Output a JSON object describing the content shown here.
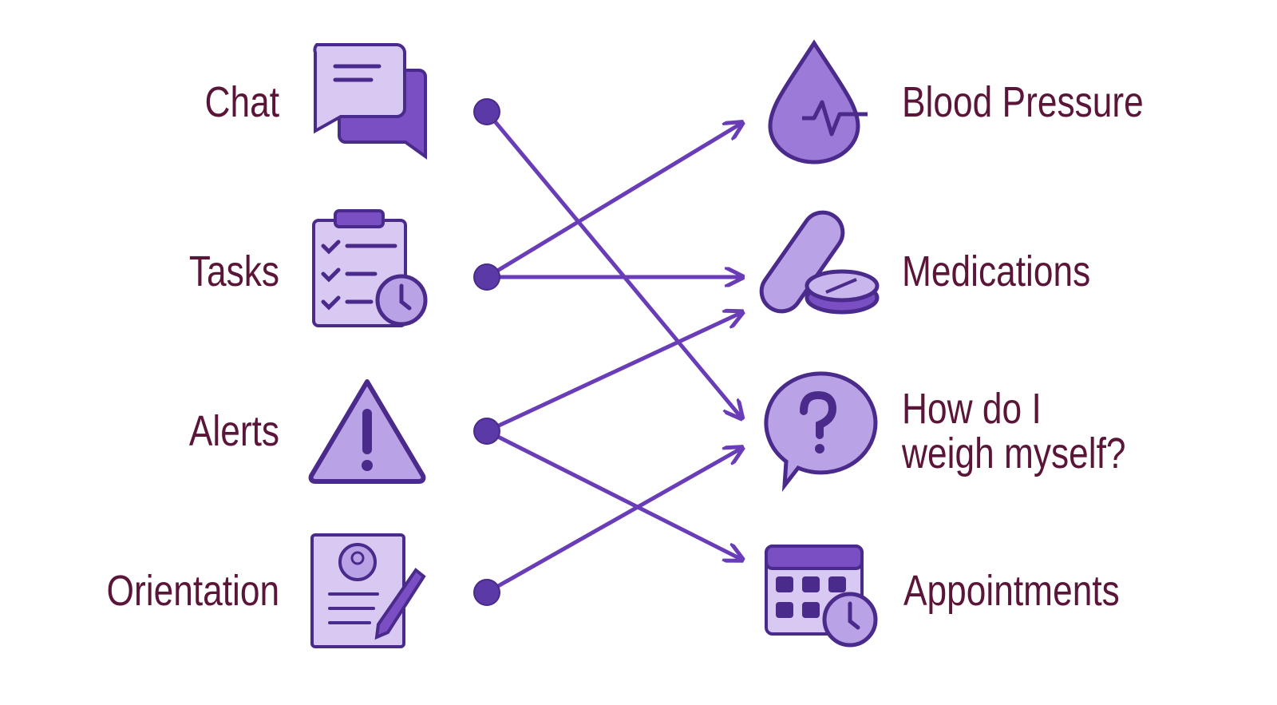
{
  "left_items": [
    {
      "label": "Chat",
      "icon": "chat-bubbles-icon"
    },
    {
      "label": "Tasks",
      "icon": "clipboard-checklist-clock-icon"
    },
    {
      "label": "Alerts",
      "icon": "warning-triangle-icon"
    },
    {
      "label": "Orientation",
      "icon": "profile-document-pencil-icon"
    }
  ],
  "right_items": [
    {
      "label": "Blood Pressure",
      "icon": "blood-drop-pulse-icon"
    },
    {
      "label": "Medications",
      "icon": "pills-icon"
    },
    {
      "label_line1": "How do I",
      "label_line2": "weigh myself?",
      "icon": "question-bubble-icon"
    },
    {
      "label": "Appointments",
      "icon": "calendar-clock-icon"
    }
  ],
  "connections": [
    {
      "from": "Chat",
      "to": "How do I weigh myself?"
    },
    {
      "from": "Tasks",
      "to": "Blood Pressure"
    },
    {
      "from": "Tasks",
      "to": "Medications"
    },
    {
      "from": "Alerts",
      "to": "Medications"
    },
    {
      "from": "Alerts",
      "to": "Appointments"
    },
    {
      "from": "Orientation",
      "to": "How do I weigh myself?"
    }
  ],
  "colors": {
    "text": "#5a1538",
    "line": "#6a3db8",
    "icon_light": "#c9b6ec",
    "icon_dark": "#7a4fc4",
    "outline": "#4a2a8a"
  }
}
